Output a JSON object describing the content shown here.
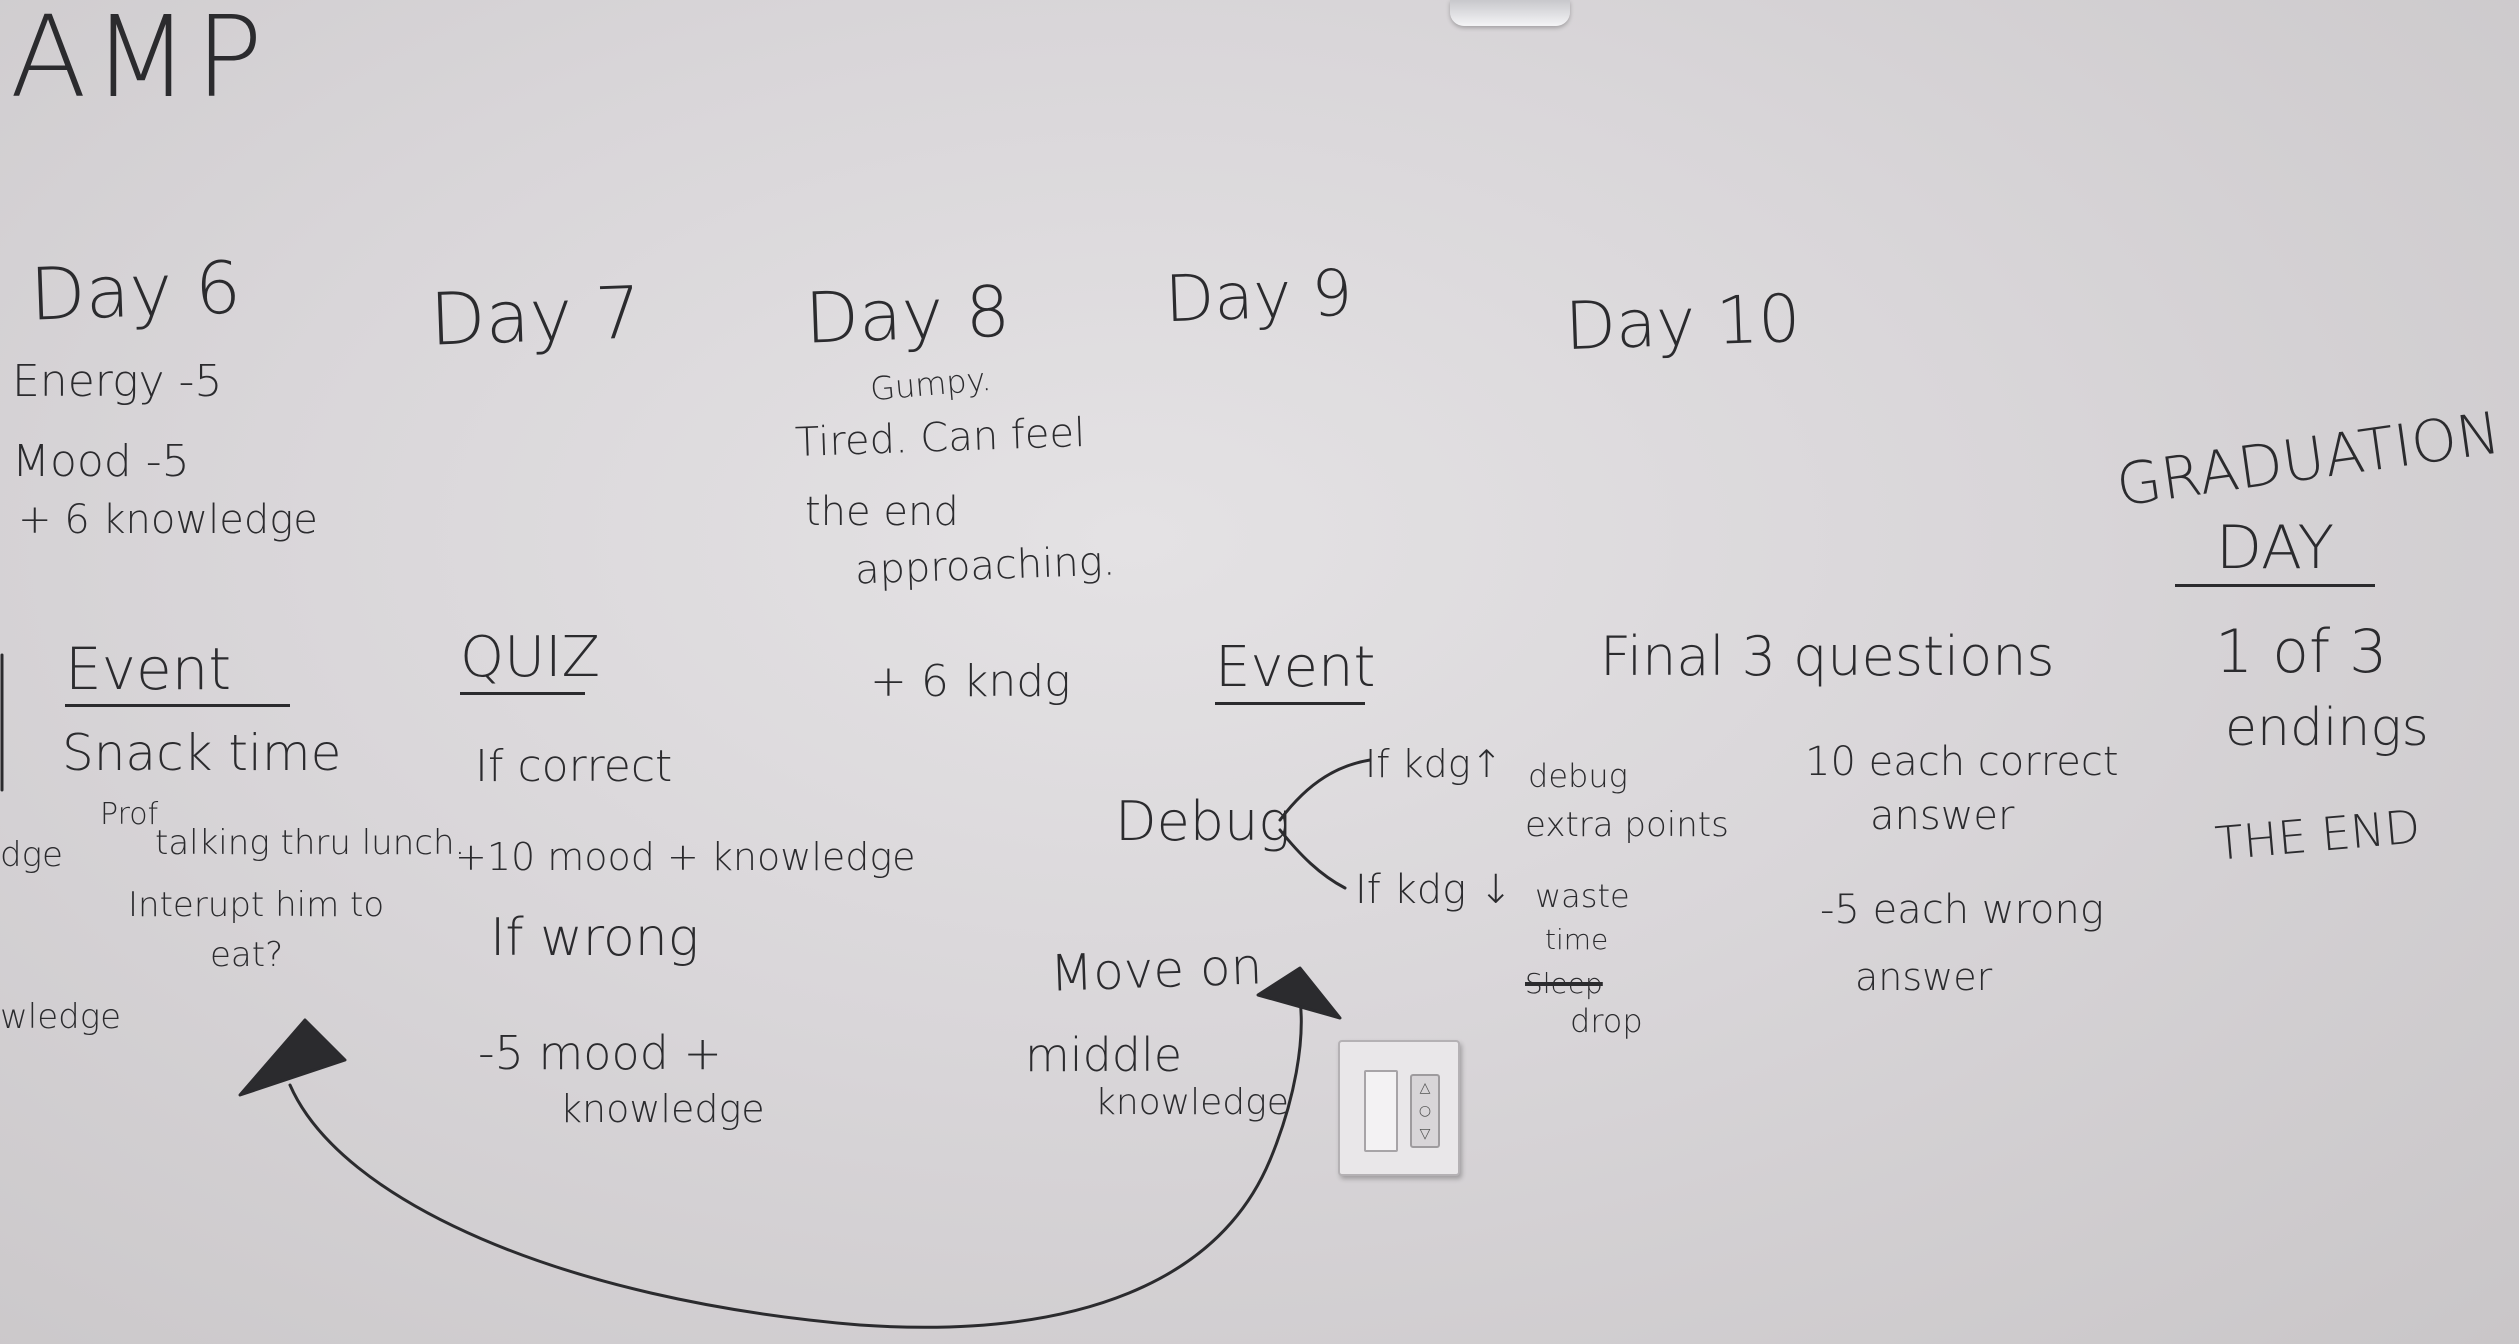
{
  "board": {
    "title": "AMP",
    "days": [
      {
        "label": "Day 6",
        "lines": [
          "Energy -5",
          "Mood -5",
          "+ 6 knowledge"
        ]
      },
      {
        "label": "Day 7"
      },
      {
        "label": "Day 8",
        "lines": [
          "Gumpy.",
          "Tired. Can feel",
          "the end",
          "approaching.",
          "+ 6 kndg"
        ]
      },
      {
        "label": "Day 9"
      },
      {
        "label": "Day 10"
      }
    ],
    "graduation": {
      "title_line1": "GRADUATION",
      "title_line2": "DAY",
      "lines": [
        "1 of 3",
        "endings",
        "THE END"
      ]
    },
    "event_snack": {
      "heading": "Event",
      "title": "Snack time",
      "lines": [
        "Prof",
        "talking thru lunch.",
        "Interupt him to",
        "eat?"
      ]
    },
    "quiz": {
      "heading": "QUIZ",
      "lines": [
        "If correct",
        "+10 mood + knowledge",
        "If wrong",
        "-5 mood +",
        "knowledge"
      ]
    },
    "event_debug": {
      "heading": "Event",
      "center": "Debug",
      "branch_up": "If kdg↑",
      "branch_up_result": [
        "debug",
        "extra points"
      ],
      "branch_down": "If kdg ↓",
      "branch_down_result": [
        "waste",
        "time",
        "drop"
      ],
      "struck_word": "Sleep"
    },
    "move_on": {
      "lines": [
        "Move on",
        "middle",
        "knowledge"
      ]
    },
    "final": {
      "heading": "Final 3 questions",
      "lines": [
        "10 each correct",
        "answer",
        "-5 each wrong",
        "answer"
      ]
    },
    "left_edge_fragments": [
      "dge",
      "wledge"
    ]
  },
  "colors": {
    "ink": "#2b2b2e",
    "board": "#dedbde"
  }
}
